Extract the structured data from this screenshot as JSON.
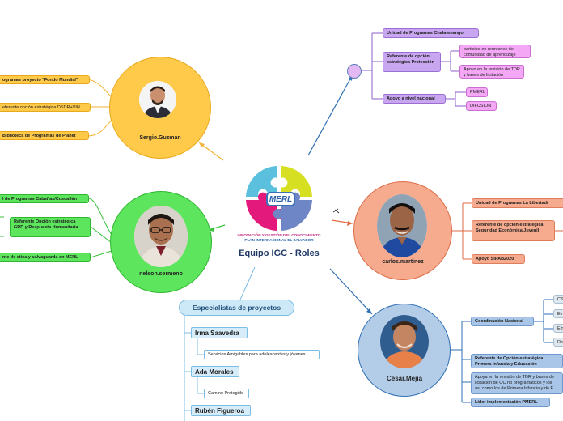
{
  "center": {
    "title": "Equipo IGC - Roles",
    "logo_word": "MERL",
    "logo_line1": "INNOVACIÓN Y GESTIÓN DEL CONOCIMIENTO",
    "logo_line2": "PLAN INTERNACIONAL EL SALVADOR"
  },
  "sergio": {
    "name": "Sergio.Guzman",
    "items": [
      "ogramas proyecto \"Fondo Mundial\"",
      "eferente opción estratégica DSDR+VIH",
      "Biblioteca de Programas de Planet"
    ]
  },
  "nelson": {
    "name": "nelson.sermeno",
    "items": [
      "l de Programas Cabañas/Cuscatlán",
      "Referente Opción estratégica GRD y Respuesta Humanitaria",
      "nte de etica y salvaguarda en MERL"
    ]
  },
  "top": {
    "items": [
      "Unidad de Programas Chalatenango",
      "Referente de opción estratégica Protección",
      "Apoyo a nivel nacional"
    ],
    "sub_proteccion": [
      "participa en reuniones de comunidad de aprendizaje",
      "Apoyo en la revisión de TDR y bases de licitación"
    ],
    "sub_nacional": [
      "PMERL",
      "DIFUSION"
    ]
  },
  "carlos": {
    "name": "carlos.martinez",
    "items": [
      "Unidad de Programas La Libertad/",
      "Referente de opción estratégica Seguridad Económica Juvenil",
      "Apoyo  SIPAB2020"
    ]
  },
  "cesar": {
    "name": "Cesar.Mejia",
    "items": [
      "Coordinación Nacional",
      "Referente de Opción estratégica Primera Infancia y Educación",
      "Apoya en la revisión de TDR y bases de licitación de OC no programáticos y los así como los de Primera Infancia y de E",
      "Líder implementación PMERL"
    ],
    "sub_coord": [
      "CS",
      "Ev",
      "Em",
      "Re"
    ]
  },
  "specialists": {
    "title": "Especialistas de proyectos",
    "people": [
      {
        "name": "Irma Saavedra",
        "role": "Servicios Amigables para adolescentes y jóvenes"
      },
      {
        "name": "Ada Morales",
        "role": "Camino Protegido"
      },
      {
        "name": "Rubén Figueroa",
        "role": ""
      }
    ]
  },
  "colors": {
    "orange": "#ffc94a",
    "green": "#5ee55e",
    "salmon": "#f6ab8f",
    "blue": "#a9c6e8",
    "lavender": "#c9a6f0",
    "pink": "#f3a7f5",
    "navy": "#1f3866"
  }
}
